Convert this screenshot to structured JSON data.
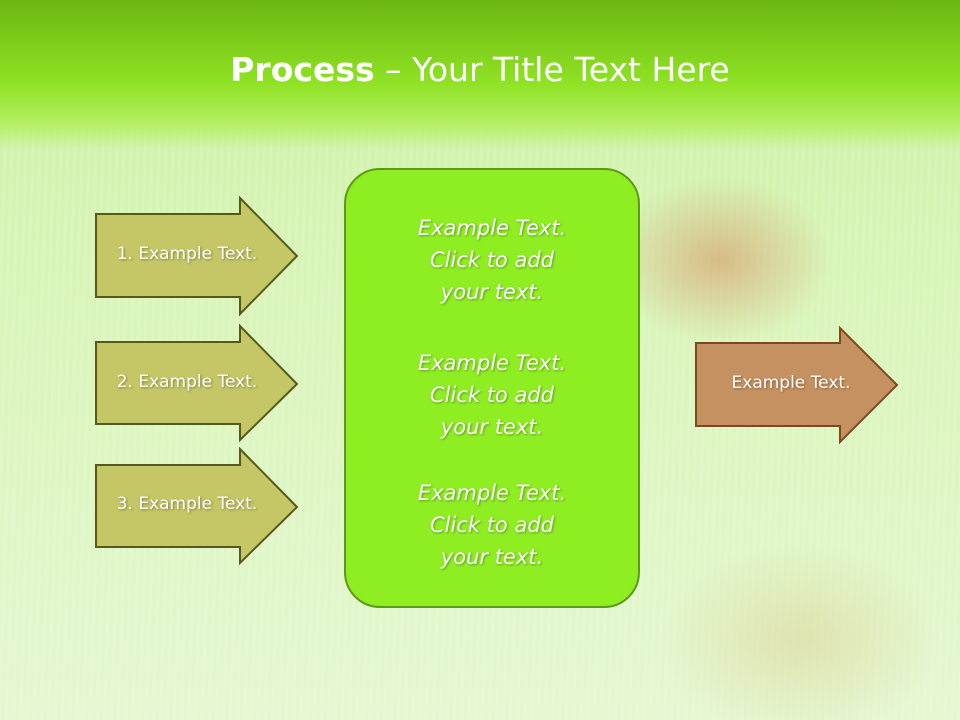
{
  "title": {
    "bold": "Process",
    "rest": " – Your Title Text Here"
  },
  "left_steps": [
    {
      "label": "1. Example Text."
    },
    {
      "label": "2. Example Text."
    },
    {
      "label": "3. Example Text."
    }
  ],
  "center_items": [
    {
      "lines": [
        "Example Text.",
        "Click  to add",
        "your text."
      ]
    },
    {
      "lines": [
        "Example Text.",
        "Click  to add",
        "your text."
      ]
    },
    {
      "lines": [
        "Example Text.",
        "Click  to add",
        "your text."
      ]
    }
  ],
  "output": {
    "label": "Example Text."
  },
  "colors": {
    "title_band": "#8fe223",
    "left_arrow_fill": "#c5c666",
    "left_arrow_stroke": "#55591c",
    "center_box_fill": "#8eee22",
    "output_arrow_fill": "#c59160",
    "output_arrow_stroke": "#7b4a1e"
  }
}
